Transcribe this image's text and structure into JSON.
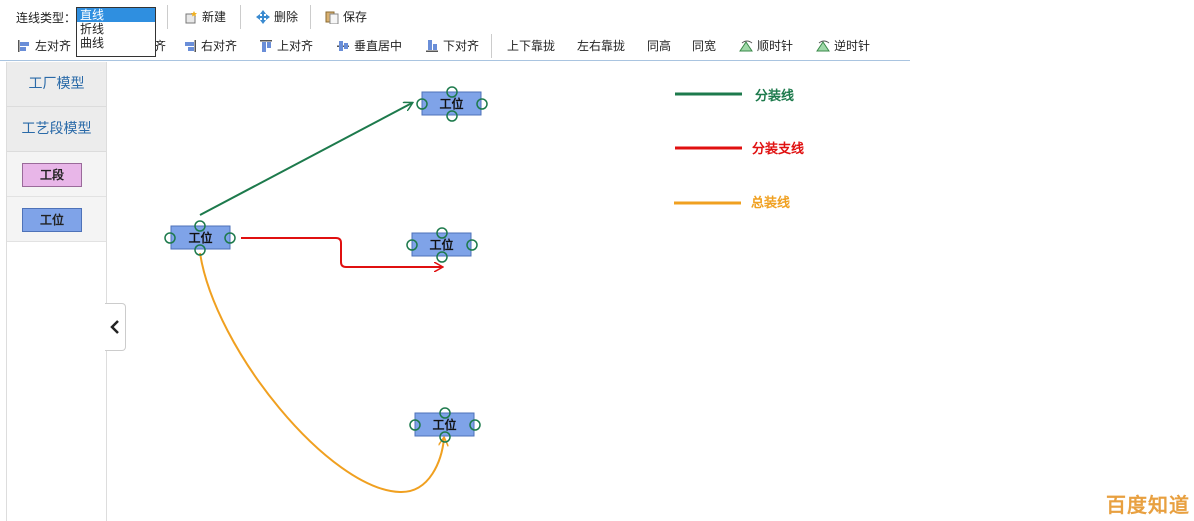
{
  "toolbar": {
    "connection_label": "连线类型：",
    "line_options": [
      "直线",
      "折线",
      "曲线"
    ],
    "selected_option": "直线",
    "new_label": "新建",
    "delete_label": "删除",
    "save_label": "保存"
  },
  "align_toolbar": {
    "left_align": "左对齐",
    "hidden_partial": "齐",
    "right_align": "右对齐",
    "top_align": "上对齐",
    "vcenter": "垂直居中",
    "bottom_align": "下对齐",
    "vertical_snap": "上下靠拢",
    "horizontal_snap": "左右靠拢",
    "same_height": "同高",
    "same_width": "同宽",
    "clockwise": "顺时针",
    "counterclockwise": "逆时针"
  },
  "sidebar": {
    "items": [
      "工厂模型",
      "工艺段模型"
    ],
    "palette": {
      "process": "工段",
      "station": "工位"
    }
  },
  "canvas": {
    "nodes": [
      {
        "label": "工位"
      },
      {
        "label": "工位"
      },
      {
        "label": "工位"
      },
      {
        "label": "工位"
      }
    ]
  },
  "legend": [
    {
      "label": "分装线",
      "color": "#1d7a4c"
    },
    {
      "label": "分装支线",
      "color": "#e01010"
    },
    {
      "label": "总装线",
      "color": "#f0a020"
    }
  ],
  "watermark": "百度知道"
}
